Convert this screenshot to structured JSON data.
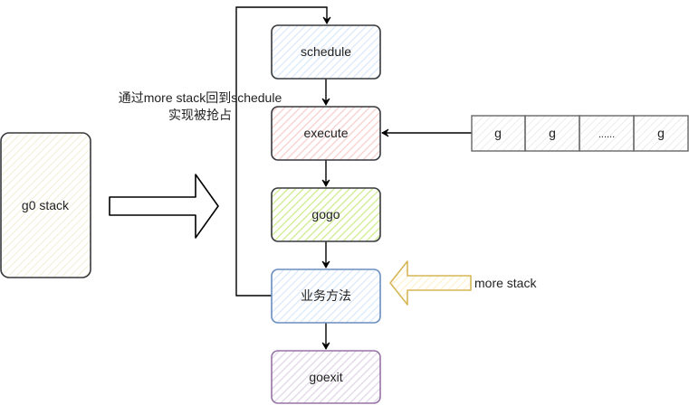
{
  "diagram": {
    "title": "",
    "nodes": {
      "g0_stack": {
        "label": "g0 stack",
        "fill": "#f9f7ed",
        "stroke": "#36393d"
      },
      "schedule": {
        "label": "schedule",
        "fill": "#dae8fc",
        "stroke": "#36393d"
      },
      "execute": {
        "label": "execute",
        "fill": "#f8cecc",
        "stroke": "#36393d"
      },
      "gogo": {
        "label": "gogo",
        "fill": "#cdeb8b",
        "stroke": "#36393d"
      },
      "business": {
        "label": "业务方法",
        "fill": "#dae8fc",
        "stroke": "#6c8ebf"
      },
      "goexit": {
        "label": "goexit",
        "fill": "#e1d5e7",
        "stroke": "#9673a6"
      }
    },
    "queue": {
      "cells": [
        "g",
        "g",
        "......",
        "g"
      ],
      "fill": "#f5f5f5",
      "stroke": "#666666"
    },
    "annotations": {
      "loop_note_line1": "通过more stack回到schedule",
      "loop_note_line2": "实现被抢占",
      "more_stack": "more stack"
    },
    "arrows": {
      "big_right": {
        "from": "g0_stack",
        "to": "flow",
        "stroke": "#000000"
      },
      "more_stack": {
        "to": "business",
        "stroke": "#d6b656",
        "fill": "#fff2cc"
      }
    },
    "edges": [
      {
        "from": "schedule",
        "to": "execute"
      },
      {
        "from": "execute",
        "to": "gogo"
      },
      {
        "from": "gogo",
        "to": "business"
      },
      {
        "from": "business",
        "to": "goexit"
      },
      {
        "from": "business",
        "to": "schedule",
        "kind": "loop"
      },
      {
        "from": "queue",
        "to": "execute"
      }
    ]
  }
}
